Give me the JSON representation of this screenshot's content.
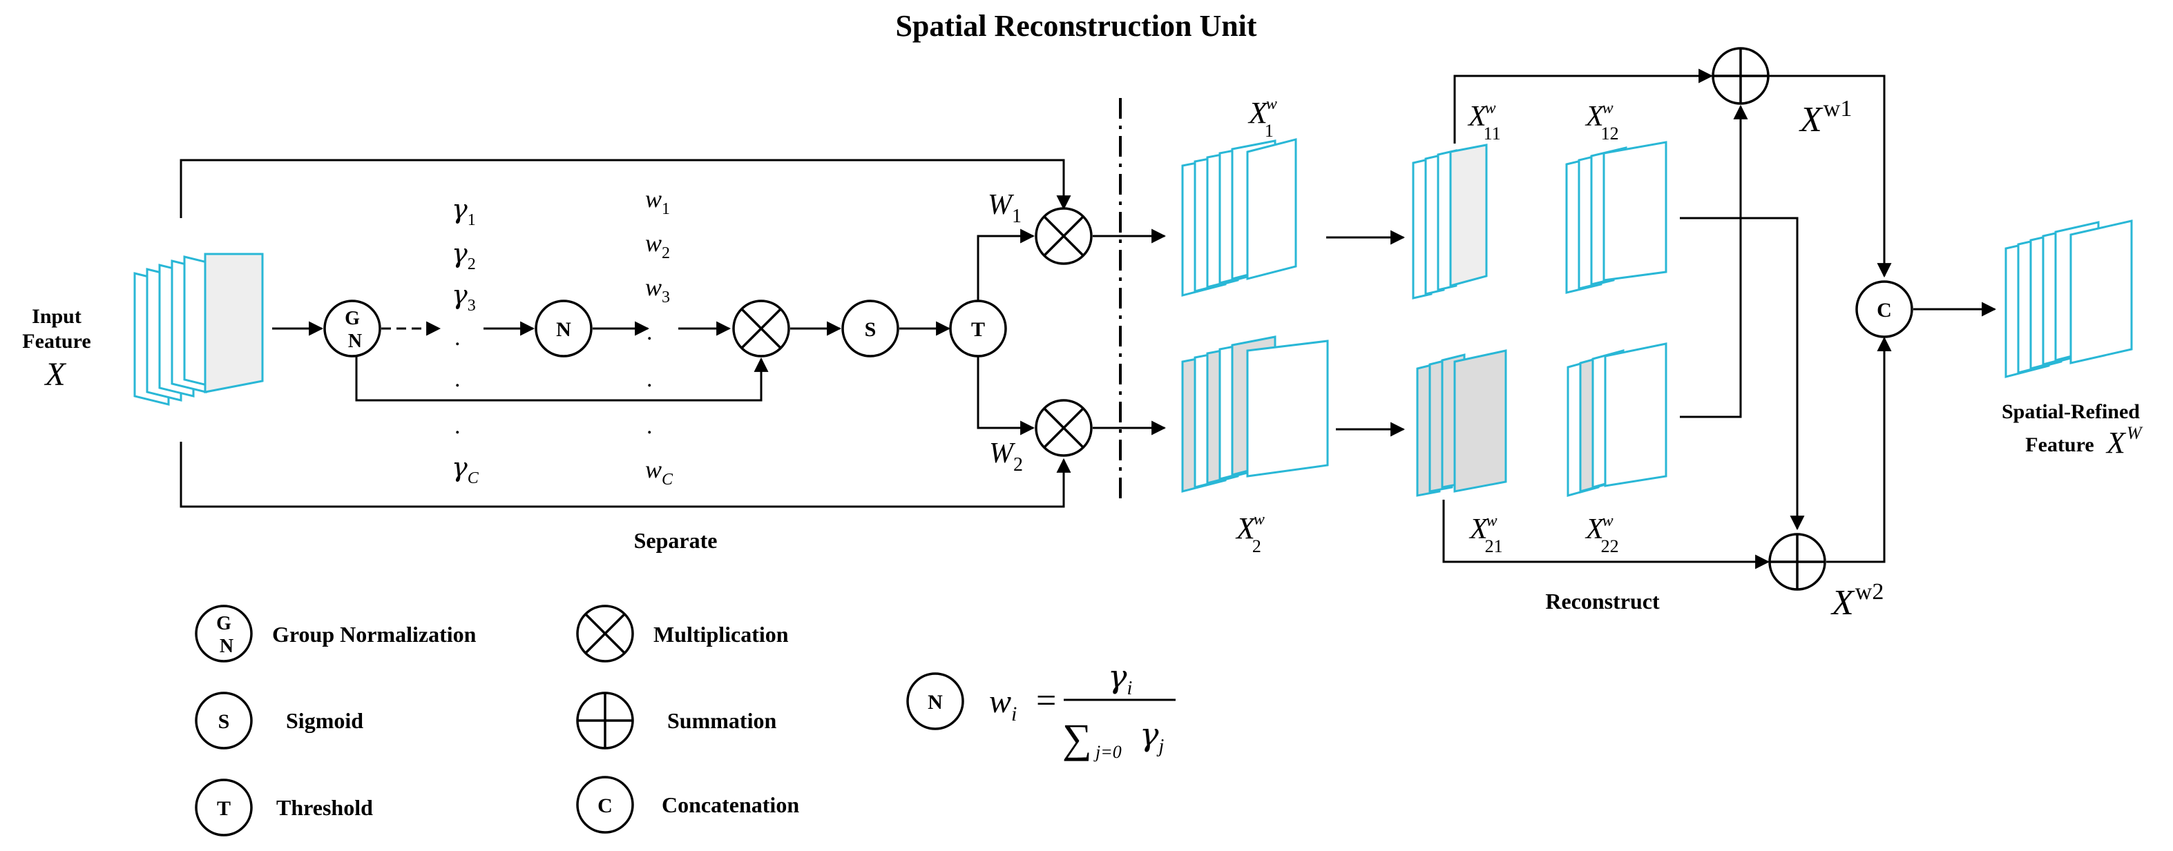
{
  "title": "Spatial Reconstruction Unit",
  "input": {
    "label_line1": "Input",
    "label_line2": "Feature",
    "symbol": "X"
  },
  "separate_label": "Separate",
  "reconstruct_label": "Reconstruct",
  "gammas": [
    "γ",
    "γ",
    "γ",
    "γ"
  ],
  "gamma_subs": [
    "1",
    "2",
    "3",
    "C"
  ],
  "weights": [
    "w",
    "w",
    "w",
    "w"
  ],
  "weight_subs": [
    "1",
    "2",
    "3",
    "C"
  ],
  "dots": ".",
  "node_labels": {
    "gn_top": "G",
    "gn_bottom": "N",
    "n": "N",
    "s": "S",
    "t": "T",
    "c": "C"
  },
  "branch_weights": [
    {
      "base": "W",
      "sub": "1"
    },
    {
      "base": "W",
      "sub": "2"
    }
  ],
  "features": {
    "x1": {
      "base": "X",
      "sup": "w",
      "sub": "1"
    },
    "x2": {
      "base": "X",
      "sup": "w",
      "sub": "2"
    },
    "x11": {
      "base": "X",
      "sup": "w",
      "sub": "11"
    },
    "x12": {
      "base": "X",
      "sup": "w",
      "sub": "12"
    },
    "x21": {
      "base": "X",
      "sup": "w",
      "sub": "21"
    },
    "x22": {
      "base": "X",
      "sup": "w",
      "sub": "22"
    },
    "xw1": {
      "base": "X",
      "sup": "w1"
    },
    "xw2": {
      "base": "X",
      "sup": "w2"
    }
  },
  "output": {
    "label_line1": "Spatial-Refined",
    "label_line2": "Feature",
    "symbol": "X",
    "sup": "W"
  },
  "legend": {
    "gn": "Group Normalization",
    "s": "Sigmoid",
    "t": "Threshold",
    "mul": "Multiplication",
    "sum": "Summation",
    "concat": "Concatenation"
  },
  "formula": {
    "lhs": "w",
    "lhs_sub": "i",
    "equals": "=",
    "num": "γ",
    "num_sub": "i",
    "den_sum": "∑",
    "den_sub": "j=0",
    "den": "γ",
    "den_var_sub": "j"
  },
  "colors": {
    "feature_edge": "#29b7d6",
    "feature_fill": "#ffffff",
    "feature_gray": "#dcdcdc",
    "feature_light_gray": "#eeeeee"
  }
}
